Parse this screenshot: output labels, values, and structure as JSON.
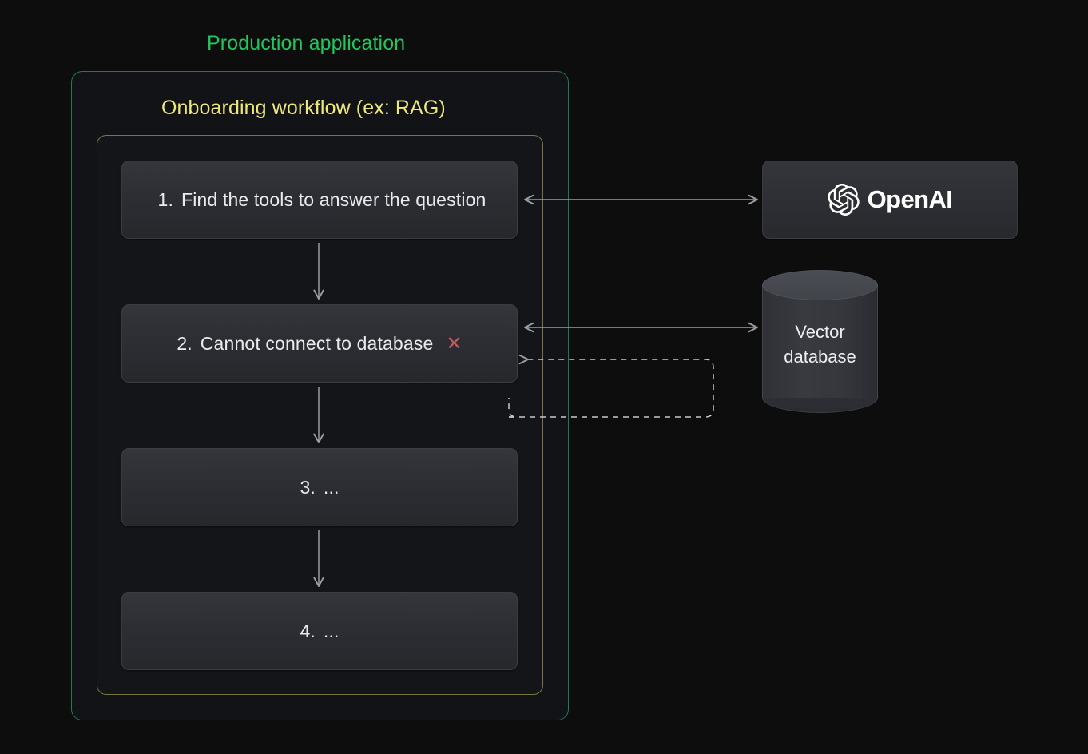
{
  "diagram": {
    "background_color": "#0d0d0d",
    "outer": {
      "title": "Production application",
      "title_color": "#22c55e",
      "border_color": "#1f7a53"
    },
    "inner": {
      "title": "Onboarding workflow (ex: RAG)",
      "title_color": "#ece97a",
      "border_color": "#7a7540"
    },
    "steps": [
      {
        "num": "1.",
        "text": "Find the tools to answer the question",
        "status": ""
      },
      {
        "num": "2.",
        "text": "Cannot connect to database",
        "status": "✕"
      },
      {
        "num": "3.",
        "text": "...",
        "status": ""
      },
      {
        "num": "4.",
        "text": "...",
        "status": ""
      }
    ],
    "status_color": "#c2595f",
    "nodes": {
      "openai": {
        "label": "OpenAI",
        "icon": "openai-blossom-icon"
      },
      "vector_db": {
        "line1": "Vector",
        "line2": "database",
        "shape": "cylinder"
      }
    },
    "connectors": [
      {
        "name": "step1-openai",
        "style": "solid",
        "heads": "both"
      },
      {
        "name": "step2-vectordb",
        "style": "solid",
        "heads": "both"
      },
      {
        "name": "vectordb-retry-loop",
        "style": "dashed",
        "heads": "left"
      },
      {
        "name": "step1-to-step2",
        "style": "solid",
        "heads": "down"
      },
      {
        "name": "step2-to-step3",
        "style": "solid",
        "heads": "down"
      },
      {
        "name": "step3-to-step4",
        "style": "solid",
        "heads": "down"
      }
    ],
    "connector_color": "#9a9da2"
  }
}
